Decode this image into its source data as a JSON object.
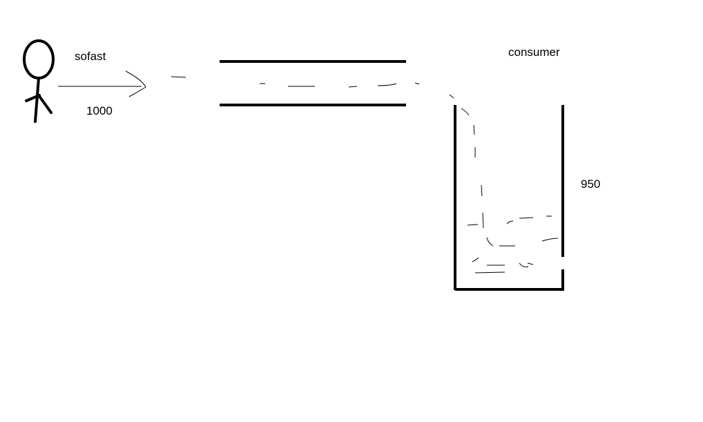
{
  "labels": {
    "producer": "sofast",
    "rate": "1000",
    "consumer": "consumer",
    "capacity": "950"
  },
  "colors": {
    "ink": "#000000",
    "background": "#ffffff"
  }
}
